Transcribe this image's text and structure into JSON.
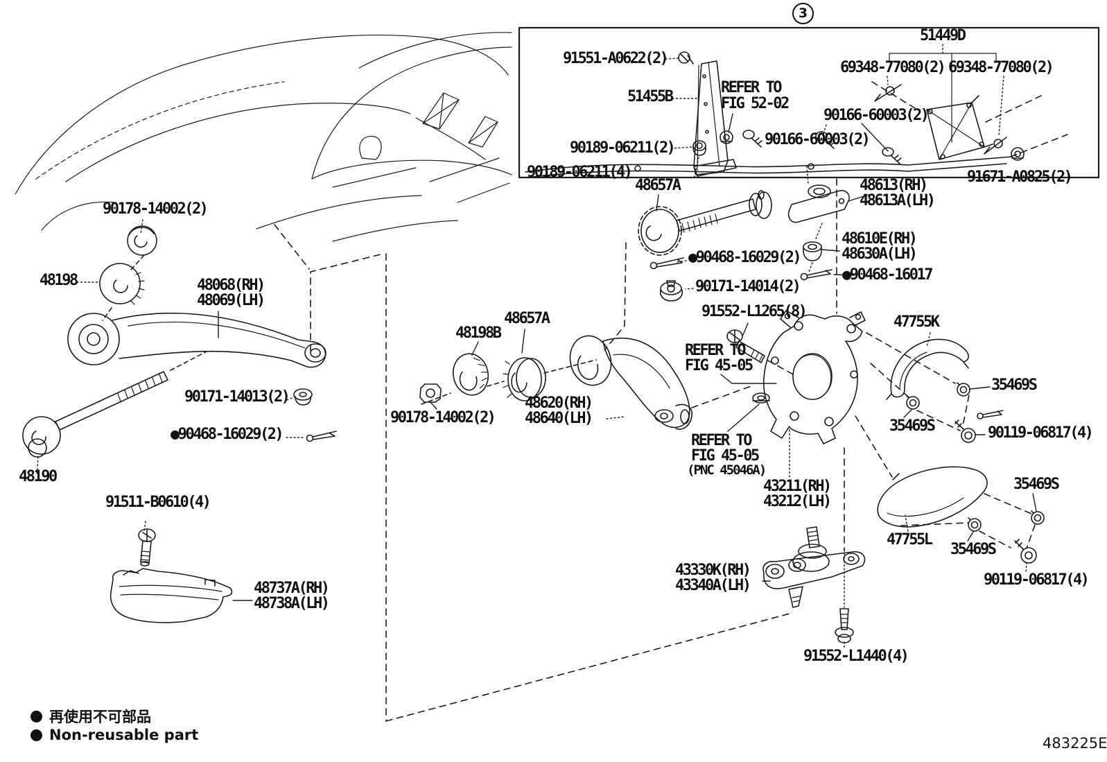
{
  "figure": {
    "view_number": "3",
    "code": "483225E"
  },
  "legend": {
    "jp": "再使用不可部品",
    "en": "Non-reusable part"
  },
  "labels": [
    {
      "id": "91551-a0622",
      "text": "91551-A0622(2)"
    },
    {
      "id": "51455b",
      "text": "51455B"
    },
    {
      "id": "refer-52-1",
      "text": "REFER TO"
    },
    {
      "id": "refer-52-2",
      "text": "FIG 52-02"
    },
    {
      "id": "90189-06211-2",
      "text": "90189-06211(2)"
    },
    {
      "id": "90189-06211-4",
      "text": "90189-06211(4)"
    },
    {
      "id": "90166-60003-a",
      "text": "90166-60003(2)"
    },
    {
      "id": "90166-60003-b",
      "text": "90166-60003(2)"
    },
    {
      "id": "51449d",
      "text": "51449D"
    },
    {
      "id": "69348-77080-l",
      "text": "69348-77080(2)"
    },
    {
      "id": "69348-77080-r",
      "text": "69348-77080(2)"
    },
    {
      "id": "91671-a0825",
      "text": "91671-A0825(2)"
    },
    {
      "id": "90178-14002-a",
      "text": "90178-14002(2)"
    },
    {
      "id": "48198",
      "text": "48198"
    },
    {
      "id": "48068",
      "text": "48068(RH)"
    },
    {
      "id": "48069",
      "text": "48069(LH)"
    },
    {
      "id": "90171-14013",
      "text": "90171-14013(2)"
    },
    {
      "id": "90468-16029-l",
      "text": "●90468-16029(2)"
    },
    {
      "id": "48190",
      "text": "48190"
    },
    {
      "id": "91511-b0610",
      "text": "91511-B0610(4)"
    },
    {
      "id": "48737a",
      "text": "48737A(RH)"
    },
    {
      "id": "48738a",
      "text": "48738A(LH)"
    },
    {
      "id": "48657a-top",
      "text": "48657A"
    },
    {
      "id": "90468-16029-c",
      "text": "●90468-16029(2)"
    },
    {
      "id": "90171-14014",
      "text": "90171-14014(2)"
    },
    {
      "id": "48613",
      "text": "48613(RH)"
    },
    {
      "id": "48613a",
      "text": "48613A(LH)"
    },
    {
      "id": "48610e",
      "text": "48610E(RH)"
    },
    {
      "id": "48630a",
      "text": "48630A(LH)"
    },
    {
      "id": "90468-16017",
      "text": "●90468-16017"
    },
    {
      "id": "91552-l1265",
      "text": "91552-L1265(8)"
    },
    {
      "id": "47755k",
      "text": "47755K"
    },
    {
      "id": "48198b",
      "text": "48198B"
    },
    {
      "id": "48657a-mid",
      "text": "48657A"
    },
    {
      "id": "refer-45-1a",
      "text": "REFER TO"
    },
    {
      "id": "refer-45-1b",
      "text": "FIG 45-05"
    },
    {
      "id": "90178-14002-b",
      "text": "90178-14002(2)"
    },
    {
      "id": "48620",
      "text": "48620(RH)"
    },
    {
      "id": "48640",
      "text": "48640(LH)"
    },
    {
      "id": "35469s-1",
      "text": "35469S"
    },
    {
      "id": "35469s-2",
      "text": "35469S"
    },
    {
      "id": "90119-06817-1",
      "text": "90119-06817(4)"
    },
    {
      "id": "refer-45-2a",
      "text": "REFER TO"
    },
    {
      "id": "refer-45-2b",
      "text": "FIG 45-05"
    },
    {
      "id": "refer-45-2c",
      "text": "(PNC 45046A)"
    },
    {
      "id": "43211",
      "text": "43211(RH)"
    },
    {
      "id": "43212",
      "text": "43212(LH)"
    },
    {
      "id": "35469s-3",
      "text": "35469S"
    },
    {
      "id": "47755l",
      "text": "47755L"
    },
    {
      "id": "35469s-4",
      "text": "35469S"
    },
    {
      "id": "43330k",
      "text": "43330K(RH)"
    },
    {
      "id": "43340a",
      "text": "43340A(LH)"
    },
    {
      "id": "90119-06817-2",
      "text": "90119-06817(4)"
    },
    {
      "id": "91552-l1440",
      "text": "91552-L1440(4)"
    }
  ]
}
